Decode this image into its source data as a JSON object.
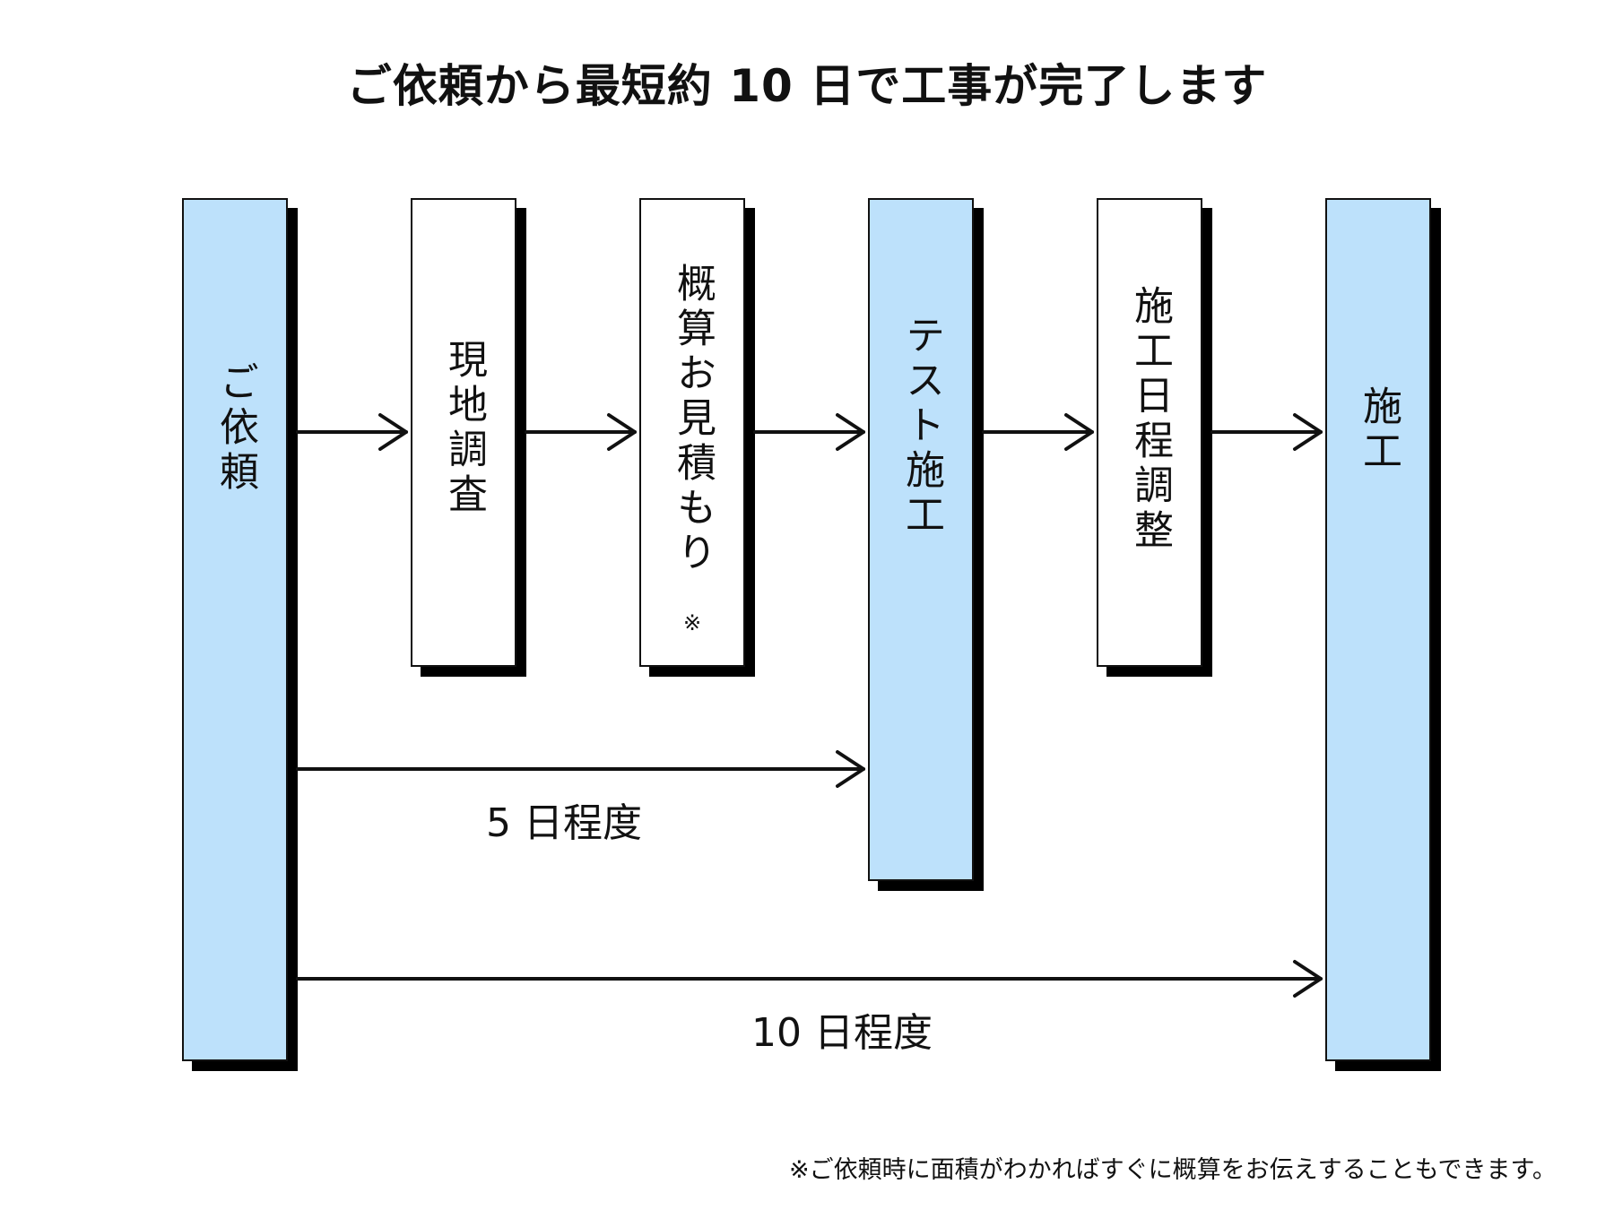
{
  "title": "ご依頼から最短約 10 日で工事が完了します",
  "steps": [
    {
      "label": "ご依頼"
    },
    {
      "label": "現地調査"
    },
    {
      "label": "概算お見積もり",
      "note": "※"
    },
    {
      "label": "テスト施工"
    },
    {
      "label": "施工日程調整"
    },
    {
      "label": "施工"
    }
  ],
  "durations": [
    {
      "label": "5 日程度"
    },
    {
      "label": "10 日程度"
    }
  ],
  "footnote": "※ご依頼時に面積がわかればすぐに概算をお伝えすることもできます。",
  "colors": {
    "highlight_fill": "#bde1fb",
    "plain_fill": "#ffffff",
    "shadow": "#000000",
    "line": "#111111"
  }
}
